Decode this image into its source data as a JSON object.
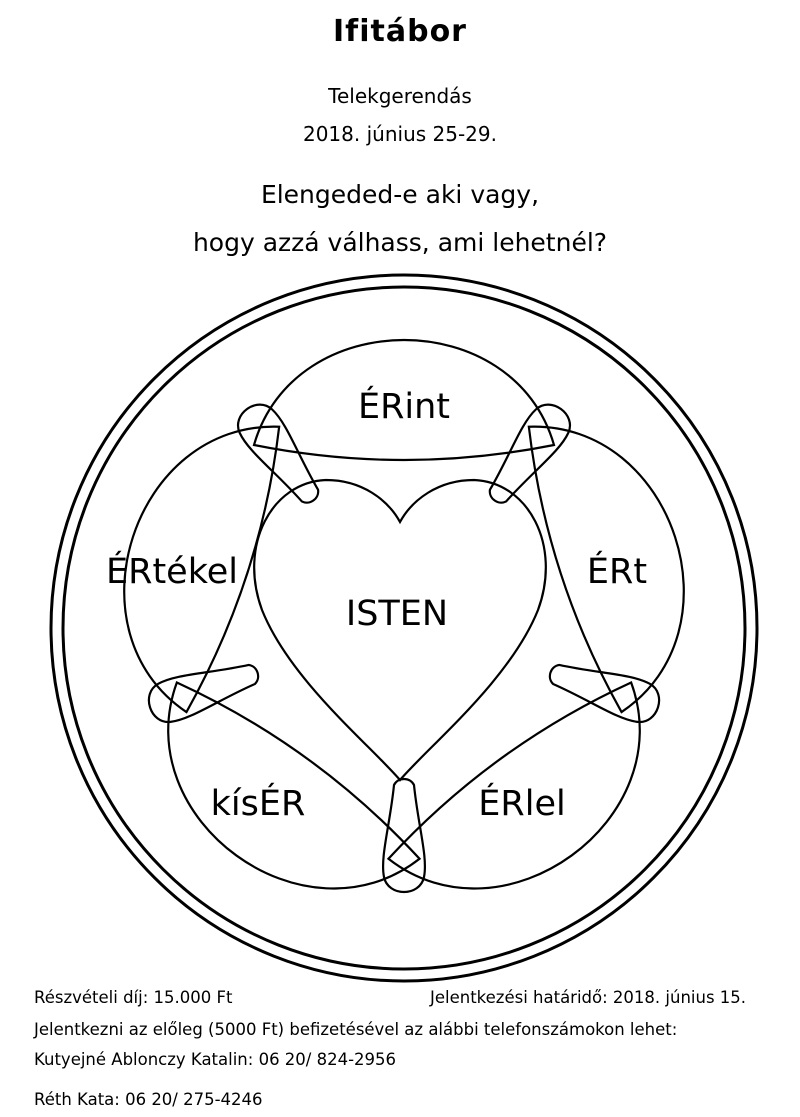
{
  "header": {
    "title": "Ifitábor",
    "location": "Telekgerendás",
    "date": "2018. június 25-29."
  },
  "motto": {
    "line1": "Elengeded-e aki vagy,",
    "line2": "hogy azzá válhass, ami lehetnél?"
  },
  "rose": {
    "center": "ISTEN",
    "petals": {
      "top": "ÉRint",
      "left": "ÉRtékel",
      "right": "ÉRt",
      "bottom_left": "kísÉR",
      "bottom_right": "ÉRlel"
    }
  },
  "footer": {
    "fee": "Részvételi díj: 15.000 Ft",
    "deadline": "Jelentkezési határidő: 2018. június 15.",
    "instructions": "Jelentkezni az előleg (5000 Ft) befizetésével az alábbi telefonszámokon lehet:",
    "contact1": "Kutyejné Ablonczy Katalin: 06 20/ 824-2956",
    "contact2": "Réth Kata: 06 20/ 275-4246"
  }
}
